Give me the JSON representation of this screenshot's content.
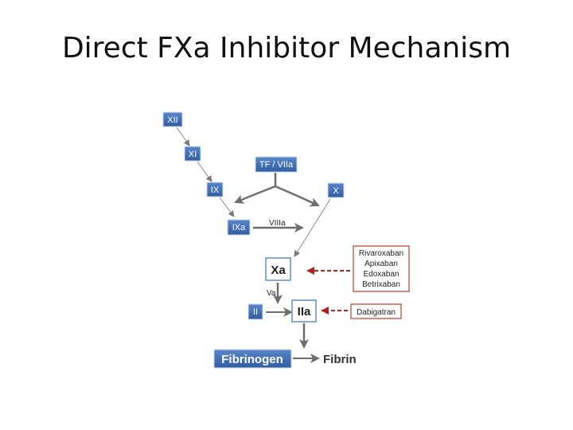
{
  "title": "Direct FXa Inhibitor Mechanism",
  "colors": {
    "blue_box": "#3f6fb5",
    "blue_box_dark": "#2d5696",
    "white_box_border": "#5b8ec9",
    "inhibitor_border": "#c0392b",
    "inhibitor_arrow": "#b22222",
    "arrow_gray": "#7a7a7a",
    "text_dark": "#222222"
  },
  "factors": {
    "xii": "XII",
    "xi": "XI",
    "tf_viia": "TF / VIIa",
    "ix": "IX",
    "x": "X",
    "ixa": "IXa",
    "viiia": "VIIIa",
    "xa": "Xa",
    "va": "Va",
    "ii": "II",
    "iia": "IIa",
    "fibrinogen": "Fibrinogen",
    "fibrin": "Fibrin"
  },
  "inhibitors": {
    "xa_drugs": [
      "Rivaroxaban",
      "Apixaban",
      "Edoxaban",
      "Betrixaban"
    ],
    "iia_drug": "Dabigatran"
  }
}
